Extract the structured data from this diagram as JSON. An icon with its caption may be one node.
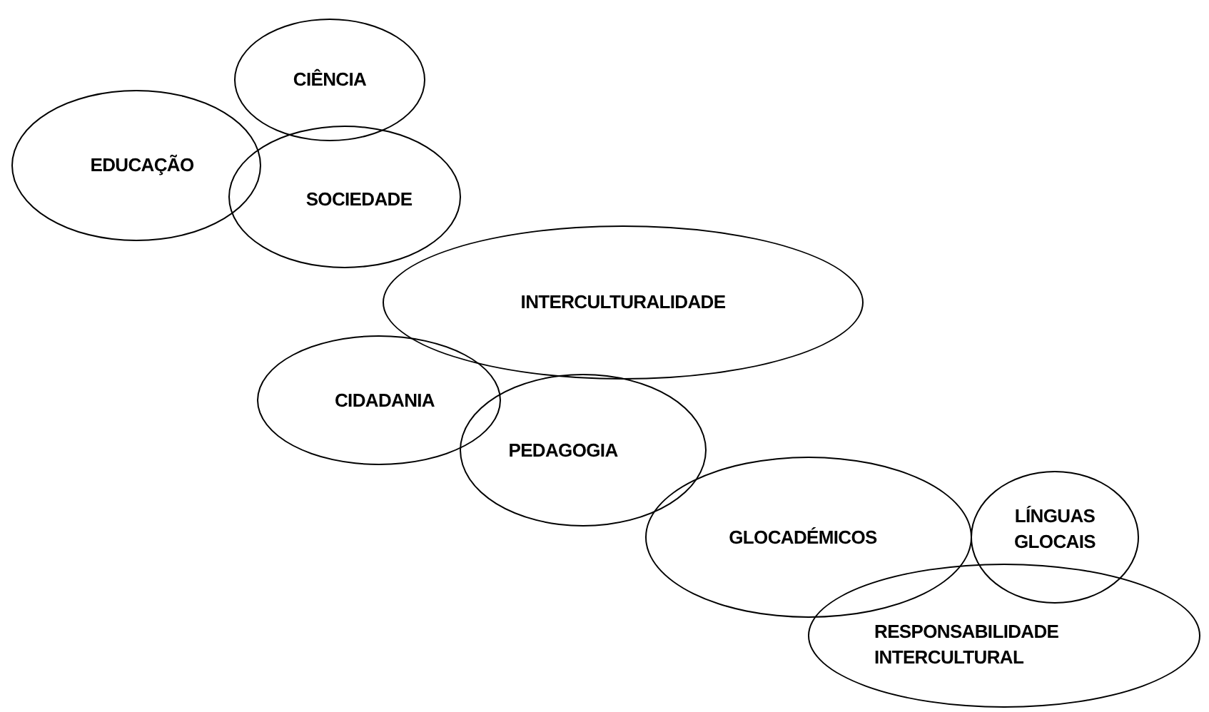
{
  "diagram": {
    "nodes": [
      {
        "text": [
          "CIÊNCIA"
        ]
      },
      {
        "text": [
          "EDUCAÇÃO"
        ]
      },
      {
        "text": [
          "SOCIEDADE"
        ]
      },
      {
        "text": [
          "INTERCULTURALIDADE"
        ]
      },
      {
        "text": [
          "CIDADANIA"
        ]
      },
      {
        "text": [
          "PEDAGOGIA"
        ]
      },
      {
        "text": [
          "GLOCADÉMICOS"
        ]
      },
      {
        "text": [
          "LÍNGUAS GLOCAIS"
        ]
      },
      {
        "text": [
          "RESPONSABILIDADE INTERCULTURAL"
        ]
      }
    ]
  }
}
